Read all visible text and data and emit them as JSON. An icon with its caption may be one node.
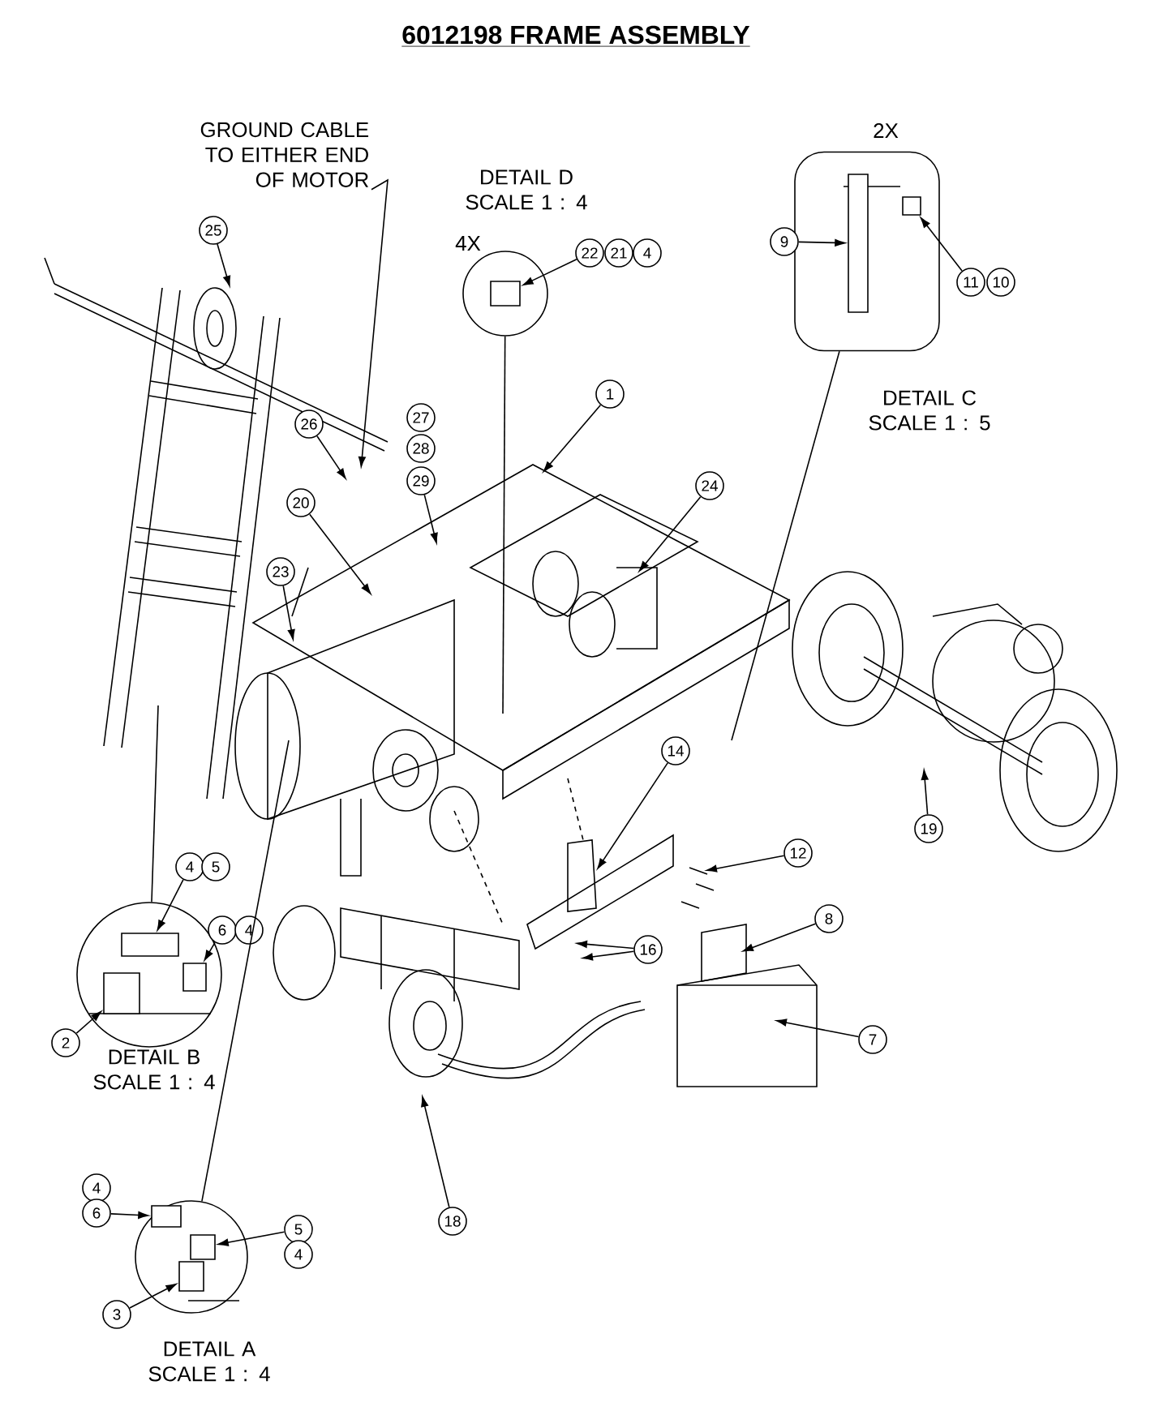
{
  "diagram": {
    "title": "6012198 FRAME ASSEMBLY",
    "nodes": [
      {
        "text": [
          "GROUND CABLE TO EITHER END OF MOTOR"
        ]
      },
      {
        "text": [
          "DETAIL D SCALE 1 : 4"
        ],
        "beside": [
          "4X"
        ]
      },
      {
        "text": [
          "DETAIL C SCALE 1 : 5"
        ],
        "beside": [
          "2X"
        ]
      },
      {
        "text": [
          "25"
        ]
      },
      {
        "text": [
          "22"
        ]
      },
      {
        "text": [
          "21"
        ]
      },
      {
        "text": [
          "4"
        ]
      },
      {
        "text": [
          "9"
        ]
      },
      {
        "text": [
          "11"
        ]
      },
      {
        "text": [
          "10"
        ]
      },
      {
        "text": [
          "1"
        ]
      },
      {
        "text": [
          "26"
        ]
      },
      {
        "text": [
          "27"
        ]
      },
      {
        "text": [
          "28"
        ]
      },
      {
        "text": [
          "29"
        ]
      },
      {
        "text": [
          "20"
        ]
      },
      {
        "text": [
          "24"
        ]
      },
      {
        "text": [
          "23"
        ]
      },
      {
        "text": [
          "14"
        ]
      },
      {
        "text": [
          "19"
        ]
      },
      {
        "text": [
          "12"
        ]
      },
      {
        "text": [
          "DETAIL B SCALE 1 : 4"
        ]
      },
      {
        "text": [
          "4"
        ]
      },
      {
        "text": [
          "5"
        ]
      },
      {
        "text": [
          "6"
        ]
      },
      {
        "text": [
          "4"
        ]
      },
      {
        "text": [
          "8"
        ]
      },
      {
        "text": [
          "16"
        ]
      },
      {
        "text": [
          "2"
        ]
      },
      {
        "text": [
          "7"
        ]
      },
      {
        "text": [
          "18"
        ]
      },
      {
        "text": [
          "DETAIL A SCALE 1 : 4"
        ]
      },
      {
        "text": [
          "4"
        ]
      },
      {
        "text": [
          "6"
        ]
      },
      {
        "text": [
          "5"
        ]
      },
      {
        "text": [
          "4"
        ]
      },
      {
        "text": [
          "3"
        ]
      },
      {
        "text": [],
        "shape": "box",
        "in": 1
      },
      {
        "text": [],
        "shape": "box",
        "in": 2
      },
      {
        "text": [],
        "shape": "box",
        "in": 2
      },
      {
        "text": [],
        "shape": "box",
        "in": 21
      },
      {
        "text": [],
        "shape": "box",
        "in": 21
      },
      {
        "text": [],
        "shape": "box",
        "in": 21
      },
      {
        "text": [],
        "shape": "box",
        "in": 31
      },
      {
        "text": [],
        "shape": "box",
        "in": 31
      },
      {
        "text": [],
        "shape": "box",
        "in": 31
      }
    ],
    "edges": [
      {
        "from": 0,
        "to": null,
        "arrow": "to"
      },
      {
        "from": 1,
        "to": null,
        "arrow": "none"
      },
      {
        "from": 2,
        "to": null,
        "arrow": "none"
      },
      {
        "from": 3,
        "to": null,
        "arrow": "to"
      },
      {
        "from": 4,
        "to": 37,
        "arrow": "to"
      },
      {
        "from": 7,
        "to": 38,
        "arrow": "to"
      },
      {
        "from": 8,
        "to": 39,
        "arrow": "to"
      },
      {
        "from": 10,
        "to": null,
        "arrow": "to"
      },
      {
        "from": 11,
        "to": null,
        "arrow": "to"
      },
      {
        "from": 14,
        "to": null,
        "arrow": "to"
      },
      {
        "from": 15,
        "to": null,
        "arrow": "to"
      },
      {
        "from": 16,
        "to": null,
        "arrow": "to"
      },
      {
        "from": 17,
        "to": null,
        "arrow": "to"
      },
      {
        "from": 18,
        "to": null,
        "arrow": "to"
      },
      {
        "from": 19,
        "to": null,
        "arrow": "to"
      },
      {
        "from": 20,
        "to": null,
        "arrow": "to"
      },
      {
        "from": 21,
        "to": null,
        "arrow": "none"
      },
      {
        "from": 22,
        "to": 40,
        "arrow": "to"
      },
      {
        "from": 24,
        "to": 41,
        "arrow": "to"
      },
      {
        "from": 26,
        "to": null,
        "arrow": "to"
      },
      {
        "from": 27,
        "to": null,
        "arrow": "to"
      },
      {
        "from": 27,
        "to": null,
        "arrow": "to"
      },
      {
        "from": 28,
        "to": 42,
        "arrow": "to"
      },
      {
        "from": 29,
        "to": null,
        "arrow": "to"
      },
      {
        "from": 30,
        "to": null,
        "arrow": "to"
      },
      {
        "from": 31,
        "to": null,
        "arrow": "none"
      },
      {
        "from": 33,
        "to": 43,
        "arrow": "to"
      },
      {
        "from": 34,
        "to": 44,
        "arrow": "to"
      },
      {
        "from": 36,
        "to": 45,
        "arrow": "to"
      }
    ]
  }
}
